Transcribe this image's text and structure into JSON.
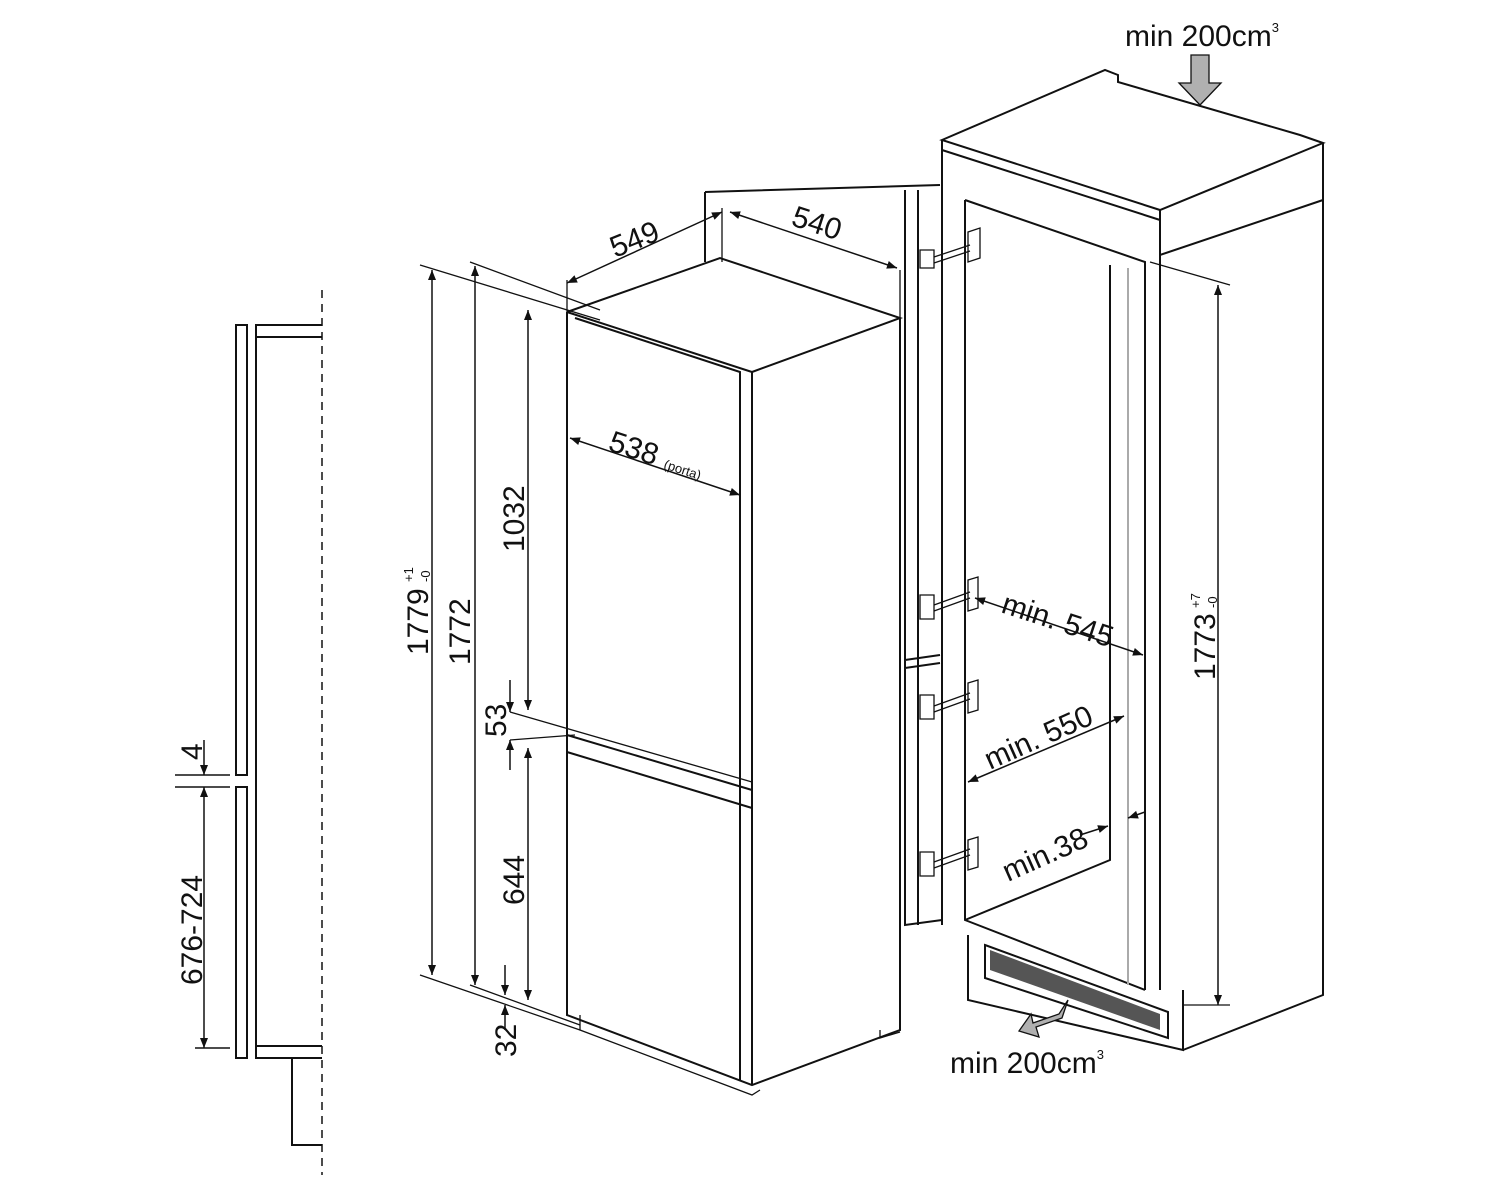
{
  "labels": {
    "gap_4": "4",
    "range_676_724": "676-724",
    "depth_549": "549",
    "width_540": "540",
    "door_538": "538",
    "door_538_note": "(porta)",
    "height_1779": "1779",
    "height_1779_tol_plus": "+1",
    "height_1779_tol_minus": "-0",
    "height_1772": "1772",
    "height_1032": "1032",
    "gap_53": "53",
    "height_644": "644",
    "base_32": "32",
    "min_545": "min. 545",
    "min_550": "min. 550",
    "min_38": "min.38",
    "niche_1773": "1773",
    "niche_1773_tol_plus": "+7",
    "niche_1773_tol_minus": "-0",
    "vent_top": "min 200cm",
    "vent_top_sup": "3",
    "vent_bottom": "min 200cm",
    "vent_bottom_sup": "3"
  },
  "colors": {
    "line": "#111111",
    "arrow_fill": "#b0b0b0"
  }
}
